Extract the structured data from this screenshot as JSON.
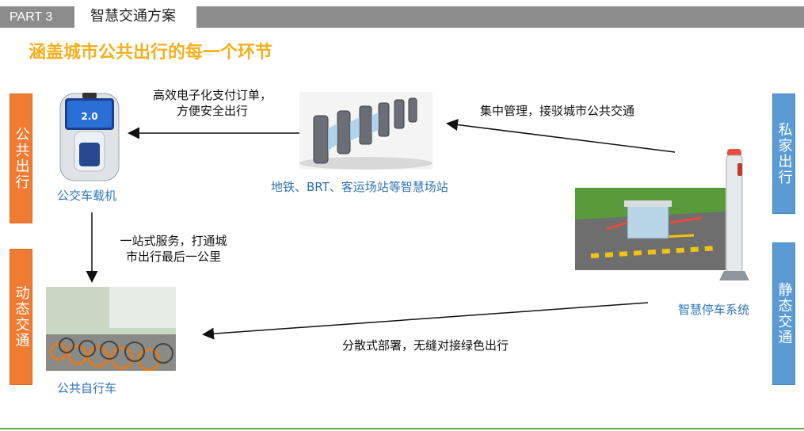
{
  "header": {
    "part": "PART 3",
    "title": "智慧交通方案"
  },
  "subtitle": "涵盖城市公共出行的每一个环节",
  "side_labels": {
    "left_top": "公共出行",
    "left_bottom": "动态交通",
    "right_top": "私家出行",
    "right_bottom": "静态交通"
  },
  "nodes": {
    "bus_terminal": "公交车载机",
    "smart_station": "地铁、BRT、客运场站等智慧场站",
    "public_bike": "公共自行车",
    "parking": "智慧停车系统"
  },
  "bus_screen": {
    "value": "2.0"
  },
  "flows": {
    "payment_line1": "高效电子化支付订单，",
    "payment_line2": "方便安全出行",
    "central": "集中管理，接驳城市公共交通",
    "onestop_line1": "一站式服务，打通城",
    "onestop_line2": "市出行最后一公里",
    "distributed": "分散式部署，无缝对接绿色出行"
  },
  "colors": {
    "orange": "#f07c33",
    "blue": "#5b9bd5",
    "yellow": "#f2b01e",
    "label_blue": "#2e74b5"
  }
}
